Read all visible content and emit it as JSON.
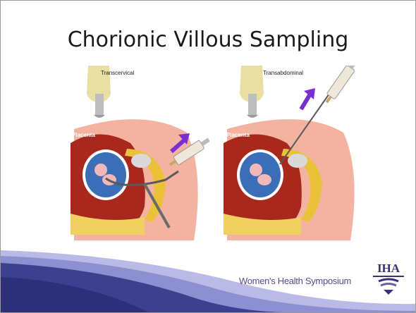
{
  "slide": {
    "title": "Chorionic Villous Sampling",
    "footer_text": "Women's Health Symposium",
    "logo_text": "IHA"
  },
  "illustrations": [
    {
      "label": "Transcervical",
      "placenta_label": "Placenta"
    },
    {
      "label": "Transabdominal",
      "placenta_label": "Placenta"
    }
  ],
  "colors": {
    "accent_purple": "#7a2fd0",
    "wave_dark": "#3d3f8f",
    "wave_light": "#8c8fd0",
    "skin": "#f4b3a0"
  }
}
